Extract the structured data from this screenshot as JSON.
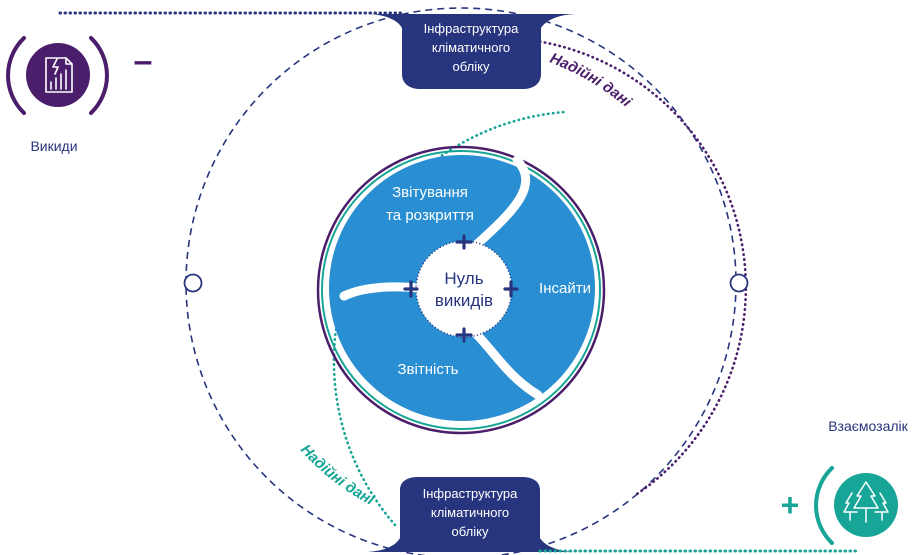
{
  "top_badge": {
    "line1": "Інфраструктура",
    "line2": "кліматичного",
    "line3": "обліку"
  },
  "bottom_badge": {
    "line1": "Інфраструктура",
    "line2": "кліматичного",
    "line3": "обліку"
  },
  "emissions": {
    "label": "Викиди",
    "sign": "–",
    "icon": "emissions-report-icon"
  },
  "offset": {
    "label": "Взаємозалік",
    "sign": "+",
    "icon": "forest-trees-icon"
  },
  "reliable_data_top": "Надійні дані",
  "reliable_data_bottom": "Надійні дані",
  "segments": {
    "reporting_disclosure": {
      "line1": "Звітування",
      "line2": "та розкриття"
    },
    "insights": "Інсайти",
    "accountability": "Звітність"
  },
  "center": {
    "line1": "Нуль",
    "line2": "викидів"
  },
  "colors": {
    "navy": "#27357e",
    "purple": "#4b1e6b",
    "teal": "#16a596",
    "blue": "#2a8fd2",
    "dashed": "#27357e"
  }
}
